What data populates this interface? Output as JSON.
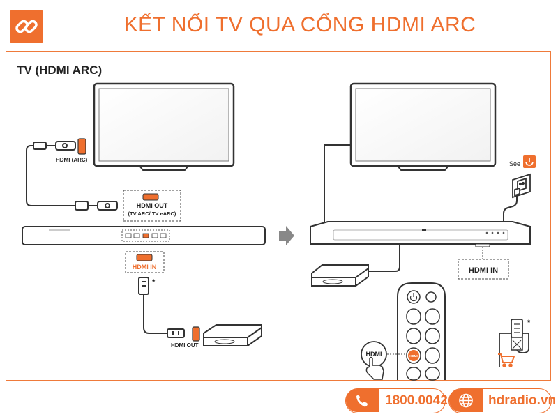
{
  "header": {
    "title": "KẾT NỐI TV QUA CỔNG HDMI ARC"
  },
  "section": {
    "title": "TV (HDMI ARC)"
  },
  "left_diagram": {
    "tv_port_label": "HDMI (ARC)",
    "soundbar_out_label_line1": "HDMI OUT",
    "soundbar_out_label_line2": "(TV ARC/ TV eARC)",
    "soundbar_in_label": "HDMI IN",
    "source_out_label": "HDMI OUT",
    "asterisk": "*"
  },
  "right_diagram": {
    "see_label": "See",
    "soundbar_in_label": "HDMI IN",
    "remote_button_label": "HDMI",
    "remote_small_label": "HDMI",
    "asterisk": "*"
  },
  "footer": {
    "phone": "1800.0042",
    "website": "hdradio.vn"
  },
  "colors": {
    "accent": "#ef6f2e",
    "line": "#333333"
  },
  "icons": [
    "link-icon",
    "power-icon",
    "phone-icon",
    "globe-icon",
    "cart-icon"
  ]
}
